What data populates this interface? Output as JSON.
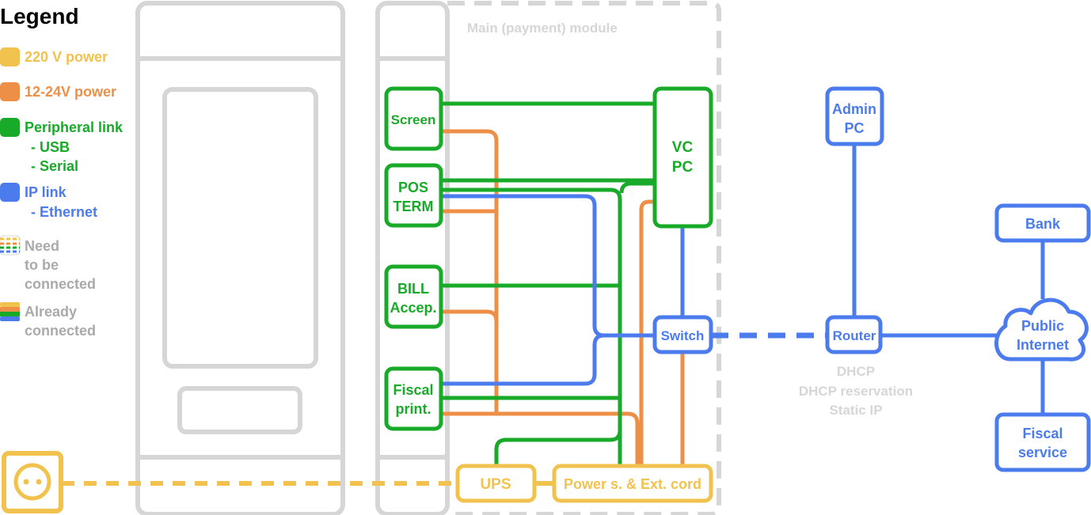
{
  "colors": {
    "power220": "#F2C24E",
    "power12_24": "#EE8F48",
    "peripheral": "#1AAA2A",
    "ip": "#4B7BEC",
    "outline": "#D6D6D6",
    "muted": "#AAAAAA",
    "title": "#000000"
  },
  "legend": {
    "title": "Legend",
    "power220": "220 V power",
    "power12_24": "12-24V power",
    "peripheral": "Peripheral link",
    "peripheral_usb": "- USB",
    "peripheral_serial": "- Serial",
    "ip": "IP link",
    "ip_ethernet": "- Ethernet",
    "need_line1": "Need",
    "need_line2": "to be",
    "need_line3": "connected",
    "already_line1": "Already",
    "already_line2": "connected"
  },
  "module": {
    "title": "Main (payment) module"
  },
  "devices": {
    "screen": "Screen",
    "pos_line1": "POS",
    "pos_line2": "TERM",
    "bill_line1": "BILL",
    "bill_line2": "Accep.",
    "fiscal_line1": "Fiscal",
    "fiscal_line2": "print.",
    "vc_line1": "VC",
    "vc_line2": "PC",
    "switch": "Switch",
    "ups": "UPS",
    "power_strip": "Power s. & Ext. cord"
  },
  "network": {
    "admin_line1": "Admin",
    "admin_line2": "PC",
    "router": "Router",
    "bank": "Bank",
    "internet_line1": "Public",
    "internet_line2": "Internet",
    "fiscal_service_line1": "Fiscal",
    "fiscal_service_line2": "service",
    "router_note1": "DHCP",
    "router_note2": "DHCP reservation",
    "router_note3": "Static IP"
  }
}
